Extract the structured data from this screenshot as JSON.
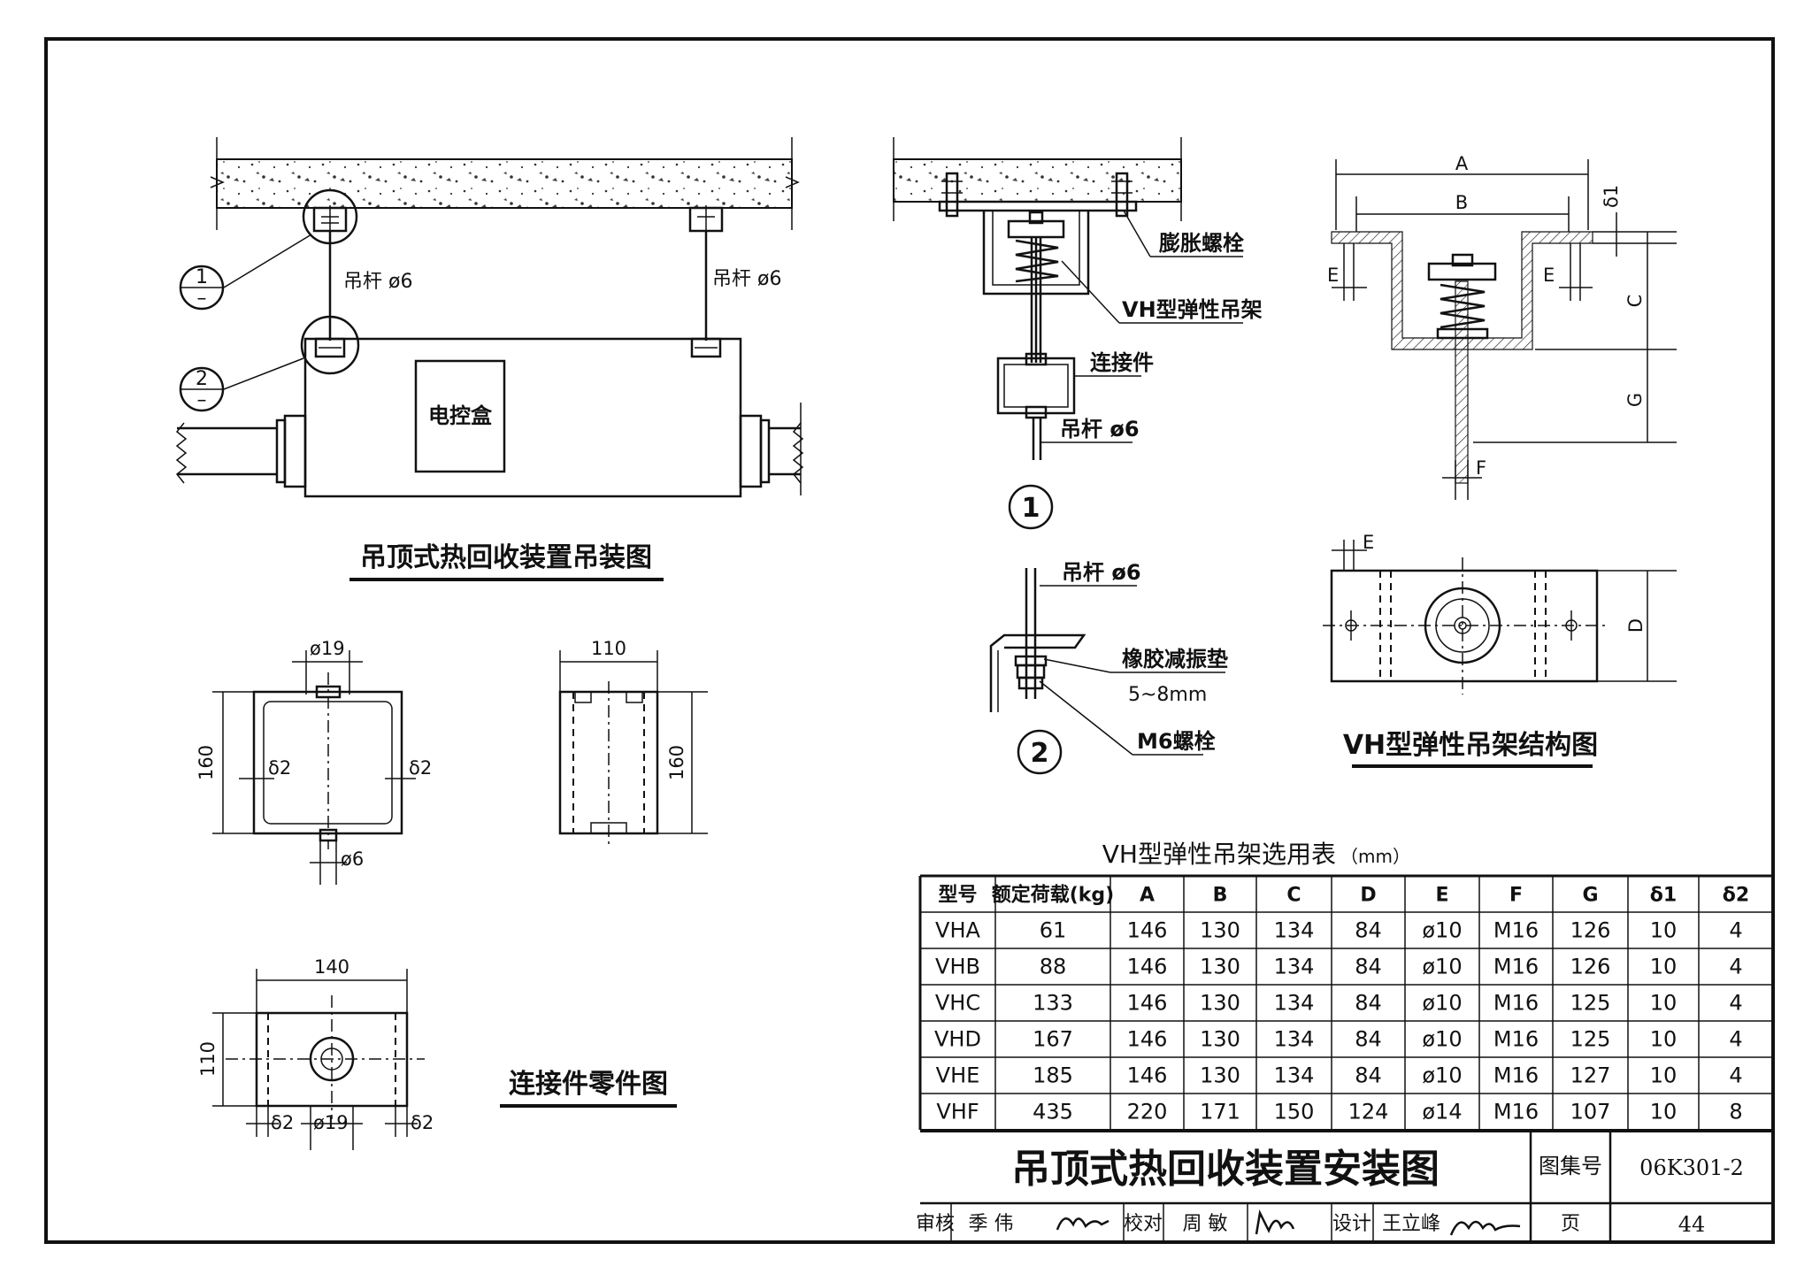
{
  "drawing": {
    "main_title": "吊顶式热回收装置安装图",
    "atlas_label": "图集号",
    "atlas_number": "06K301-2",
    "page_label": "页",
    "page_number": "44",
    "review_label": "审核",
    "reviewer": "季 伟",
    "check_label": "校对",
    "checker": "周 敏",
    "design_label": "设计",
    "designer": "王立峰"
  },
  "views": {
    "hanging_view": {
      "title": "吊顶式热回收装置吊装图",
      "rod_label": "吊杆 ø6",
      "rod_label_right": "吊杆 ø6",
      "control_box": "电控盒",
      "callout_1": "1",
      "callout_2": "2",
      "callout_1_sub": "–",
      "callout_2_sub": "–"
    },
    "detail_1": {
      "number": "1",
      "expansion_bolt": "膨胀螺栓",
      "vh_hanger": "VH型弹性吊架",
      "connector": "连接件",
      "rod": "吊杆 ø6"
    },
    "detail_2": {
      "number": "2",
      "rod": "吊杆 ø6",
      "rubber_pad": "橡胶减振垫",
      "rubber_pad_thickness": "5~8mm",
      "bolt": "M6螺栓"
    },
    "vh_structure": {
      "title": "VH型弹性吊架结构图",
      "dim_A": "A",
      "dim_B": "B",
      "dim_C": "C",
      "dim_G": "G",
      "dim_E_left": "E",
      "dim_E_right": "E",
      "dim_E_plan": "E",
      "dim_F": "F",
      "dim_D": "D",
      "dim_delta1": "δ1"
    },
    "connector_parts": {
      "title": "连接件零件图",
      "front_width_dia": "ø19",
      "front_height": "160",
      "front_wall_left": "δ2",
      "front_wall_right": "δ2",
      "front_bottom_dia": "ø6",
      "side_width": "110",
      "side_height": "160",
      "plan_width": "140",
      "plan_height": "110",
      "plan_wall_left": "δ2",
      "plan_hole_dia": "ø19",
      "plan_wall_right": "δ2"
    }
  },
  "selection_table": {
    "title": "VH型弹性吊架选用表",
    "unit": "（mm）",
    "headers": [
      "型号",
      "额定荷载(kg)",
      "A",
      "B",
      "C",
      "D",
      "E",
      "F",
      "G",
      "δ1",
      "δ2"
    ],
    "rows": [
      [
        "VHA",
        "61",
        "146",
        "130",
        "134",
        "84",
        "ø10",
        "M16",
        "126",
        "10",
        "4"
      ],
      [
        "VHB",
        "88",
        "146",
        "130",
        "134",
        "84",
        "ø10",
        "M16",
        "126",
        "10",
        "4"
      ],
      [
        "VHC",
        "133",
        "146",
        "130",
        "134",
        "84",
        "ø10",
        "M16",
        "125",
        "10",
        "4"
      ],
      [
        "VHD",
        "167",
        "146",
        "130",
        "134",
        "84",
        "ø10",
        "M16",
        "125",
        "10",
        "4"
      ],
      [
        "VHE",
        "185",
        "146",
        "130",
        "134",
        "84",
        "ø10",
        "M16",
        "127",
        "10",
        "4"
      ],
      [
        "VHF",
        "435",
        "220",
        "171",
        "150",
        "124",
        "ø14",
        "M16",
        "107",
        "10",
        "8"
      ]
    ]
  }
}
